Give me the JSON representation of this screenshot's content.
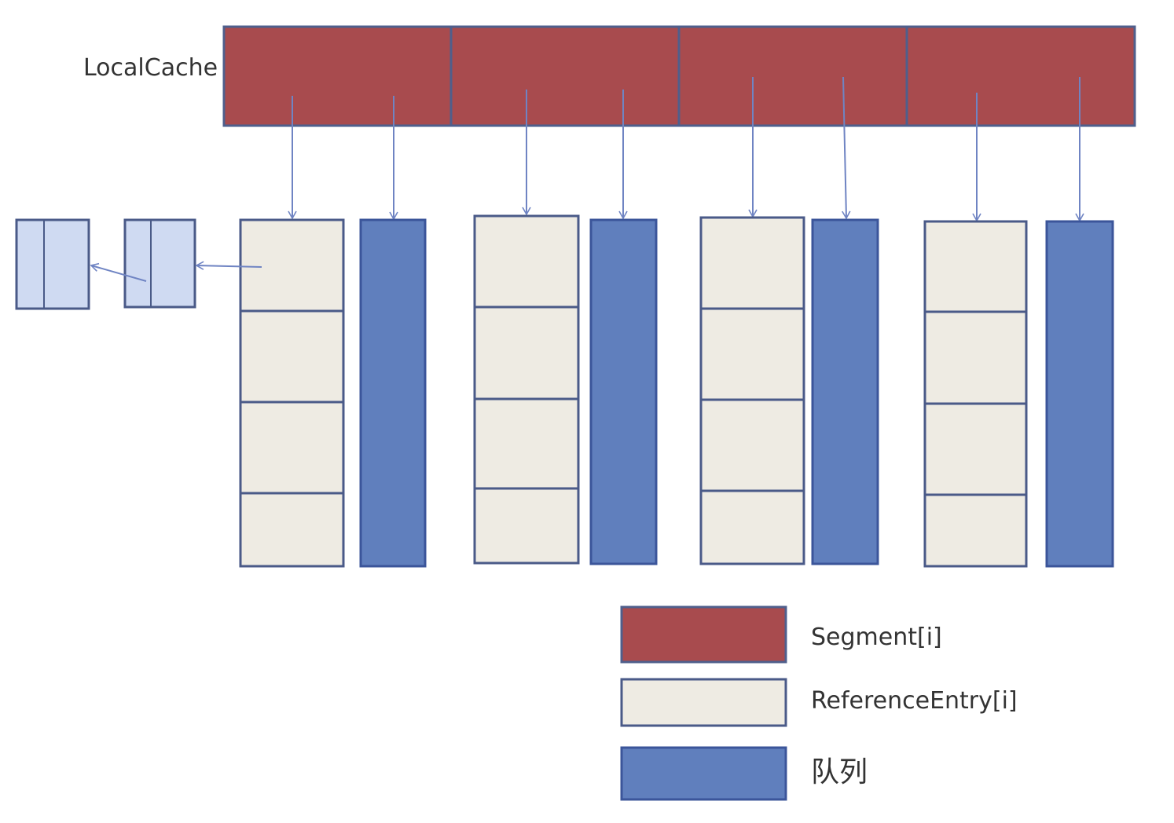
{
  "title_label": "LocalCache",
  "segments_count": 4,
  "entries_per_segment": 4,
  "legend": {
    "segment": "Segment[i]",
    "reference_entry": "ReferenceEntry[i]",
    "queue": "队列"
  },
  "colors": {
    "segment_fill": "#a84b4e",
    "segment_stroke": "#4f5f8c",
    "entry_fill": "#eeebe3",
    "entry_stroke": "#4a5a88",
    "queue_fill": "#607fbd",
    "queue_stroke": "#3b559a",
    "node_fill": "#cfdaf2",
    "node_stroke": "#4a5a88",
    "arrow": "#6f84c3",
    "text": "#333333"
  }
}
